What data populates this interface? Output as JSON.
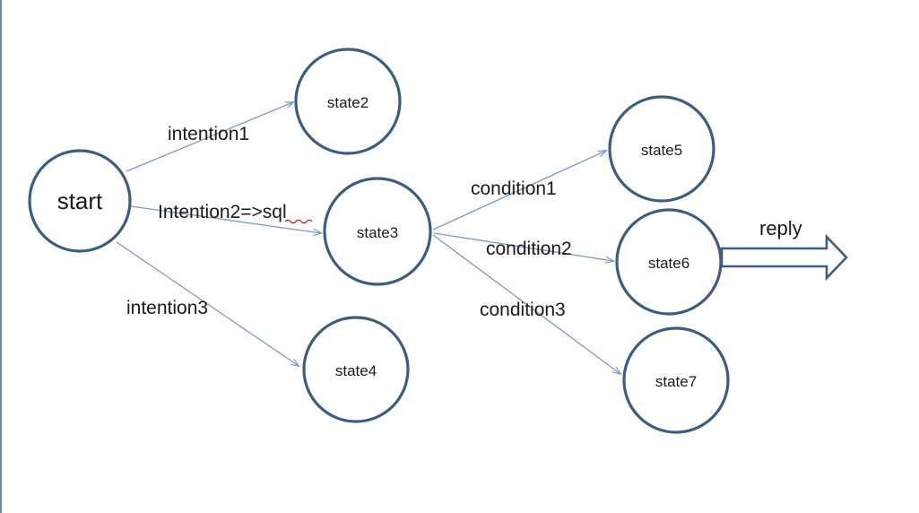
{
  "diagram": {
    "nodes": [
      {
        "id": "start",
        "label": "start"
      },
      {
        "id": "state2",
        "label": "state2"
      },
      {
        "id": "state3",
        "label": "state3"
      },
      {
        "id": "state4",
        "label": "state4"
      },
      {
        "id": "state5",
        "label": "state5"
      },
      {
        "id": "state6",
        "label": "state6"
      },
      {
        "id": "state7",
        "label": "state7"
      }
    ],
    "edges": [
      {
        "from": "start",
        "to": "state2",
        "label": "intention1"
      },
      {
        "from": "start",
        "to": "state3",
        "label": "Intention2=>sql",
        "spellcheck_underline_on": "sql"
      },
      {
        "from": "start",
        "to": "state4",
        "label": "intention3"
      },
      {
        "from": "state3",
        "to": "state5",
        "label": "condition1"
      },
      {
        "from": "state3",
        "to": "state6",
        "label": "condition2"
      },
      {
        "from": "state3",
        "to": "state7",
        "label": "condition3"
      }
    ],
    "output_arrow": {
      "from": "state6",
      "label": "reply"
    },
    "colors": {
      "node_stroke": "#3e5c80",
      "connector": "#7d99c4",
      "text": "#1a1a1a",
      "spellcheck_underline": "#cc0000",
      "canvas_left_edge": "#74859c",
      "background": "#ffffff"
    }
  }
}
